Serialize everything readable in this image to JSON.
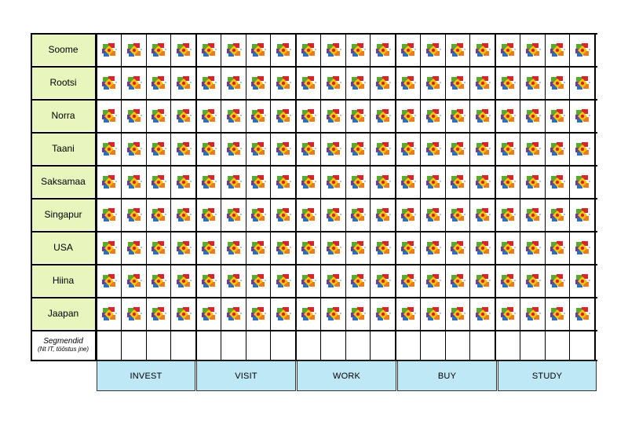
{
  "rows": [
    {
      "label": "Soome"
    },
    {
      "label": "Rootsi"
    },
    {
      "label": "Norra"
    },
    {
      "label": "Taani"
    },
    {
      "label": "Saksamaa"
    },
    {
      "label": "Singapur"
    },
    {
      "label": "USA"
    },
    {
      "label": "Hiina"
    },
    {
      "label": "Jaapan"
    }
  ],
  "segments": {
    "title": "Segmendid",
    "subtitle": "(Nt IT, tööstus jne)"
  },
  "categories": [
    "INVEST",
    "VISIT",
    "WORK",
    "BUY",
    "STUDY"
  ],
  "icon": {
    "name": "brand-mosaic-icon",
    "colors": {
      "green": "#5aa832",
      "red": "#d8252b",
      "purple": "#6a3c92",
      "blue": "#2e6fb7",
      "yellow": "#f7c90c",
      "orange": "#ee7b1a"
    }
  },
  "colors": {
    "label_bg": "#e8f5bd",
    "tab_bg": "#bfe8f6",
    "grid_line": "#000000"
  }
}
